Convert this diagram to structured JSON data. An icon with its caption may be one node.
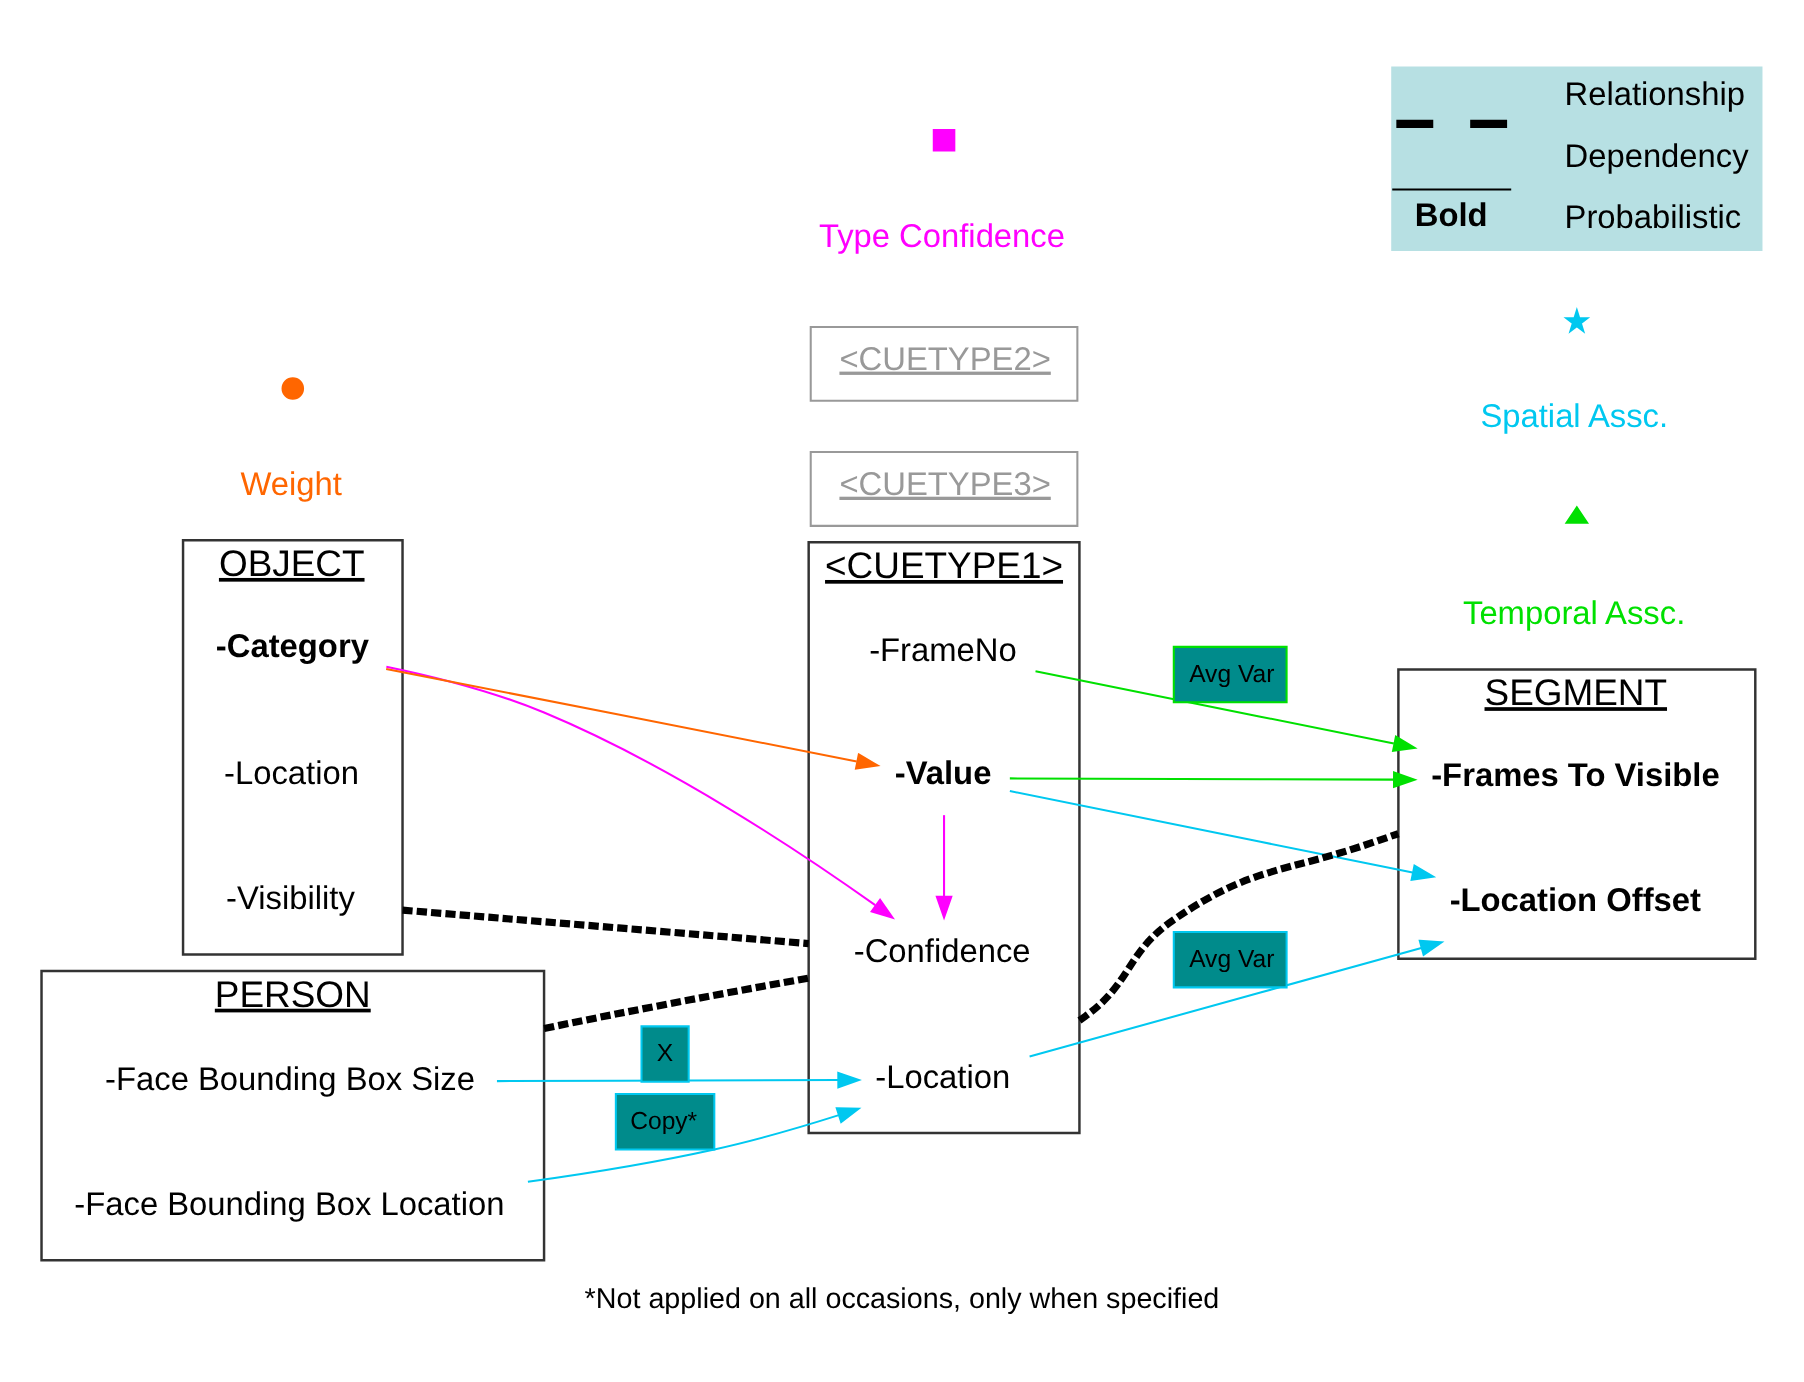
{
  "diagram": {
    "caption": "*Not applied on all occasions, only when specified",
    "nodes": [
      {
        "text": [
          "OBJECT"
        ]
      },
      {
        "text": [
          "-Category"
        ],
        "in": 0
      },
      {
        "text": [
          "-Location"
        ],
        "in": 0
      },
      {
        "text": [
          "-Visibility"
        ],
        "in": 0
      },
      {
        "text": [
          "<CUETYPE3>"
        ]
      },
      {
        "text": [
          "<CUETYPE2>"
        ]
      },
      {
        "text": [
          "<CUETYPE1>"
        ]
      },
      {
        "text": [
          "-Confidence"
        ],
        "in": 6
      },
      {
        "text": [
          "-FrameNo"
        ],
        "in": 6
      },
      {
        "text": [
          "-Value"
        ],
        "in": 6
      },
      {
        "text": [
          "-Location"
        ],
        "in": 6
      },
      {
        "text": [
          "SEGMENT"
        ]
      },
      {
        "text": [
          "-Frames To Visible"
        ],
        "in": 11
      },
      {
        "text": [
          "-Location Offset"
        ],
        "in": 11
      },
      {
        "text": [
          "PERSON"
        ]
      },
      {
        "text": [
          "-Face Bounding Box Location"
        ],
        "in": 14
      },
      {
        "text": [
          "-Face Bounding Box Size"
        ],
        "in": 14
      }
    ],
    "edges": [
      {
        "from": 0,
        "to": 6,
        "arrow": "none",
        "style": "dashed",
        "color": "#000000"
      },
      {
        "from": 6,
        "to": 11,
        "arrow": "none",
        "style": "dashed",
        "color": "#000000"
      },
      {
        "from": 14,
        "to": 6,
        "arrow": "none",
        "style": "dashed",
        "color": "#000000"
      },
      {
        "from": 1,
        "to": 7,
        "arrow": "to",
        "color": "#ff00ff"
      },
      {
        "from": 1,
        "to": 9,
        "arrow": "to",
        "color": "#ff6600"
      },
      {
        "from": 9,
        "to": 7,
        "arrow": "to",
        "color": "#ff00ff"
      },
      {
        "from": 8,
        "to": 12,
        "arrow": "to",
        "label": "Avg Var",
        "color": "#00e000"
      },
      {
        "from": 9,
        "to": 12,
        "arrow": "to",
        "color": "#00e000"
      },
      {
        "from": 9,
        "to": 13,
        "arrow": "to",
        "color": "#00c8f0"
      },
      {
        "from": 10,
        "to": 13,
        "arrow": "to",
        "label": "Avg Var",
        "color": "#00c8f0"
      },
      {
        "from": 15,
        "to": 10,
        "arrow": "to",
        "label": "Copy*",
        "color": "#00c8f0"
      },
      {
        "from": 16,
        "to": 10,
        "arrow": "to",
        "label": "X",
        "color": "#00c8f0"
      }
    ],
    "labels": [
      "Type Confidence",
      "Weight",
      "Temporal Assc.",
      "Spatial Assc.",
      "Bold"
    ],
    "legend": [
      {
        "text": "Relationship"
      },
      {
        "text": "Dependency"
      },
      {
        "text": "Probabilistic"
      }
    ]
  }
}
